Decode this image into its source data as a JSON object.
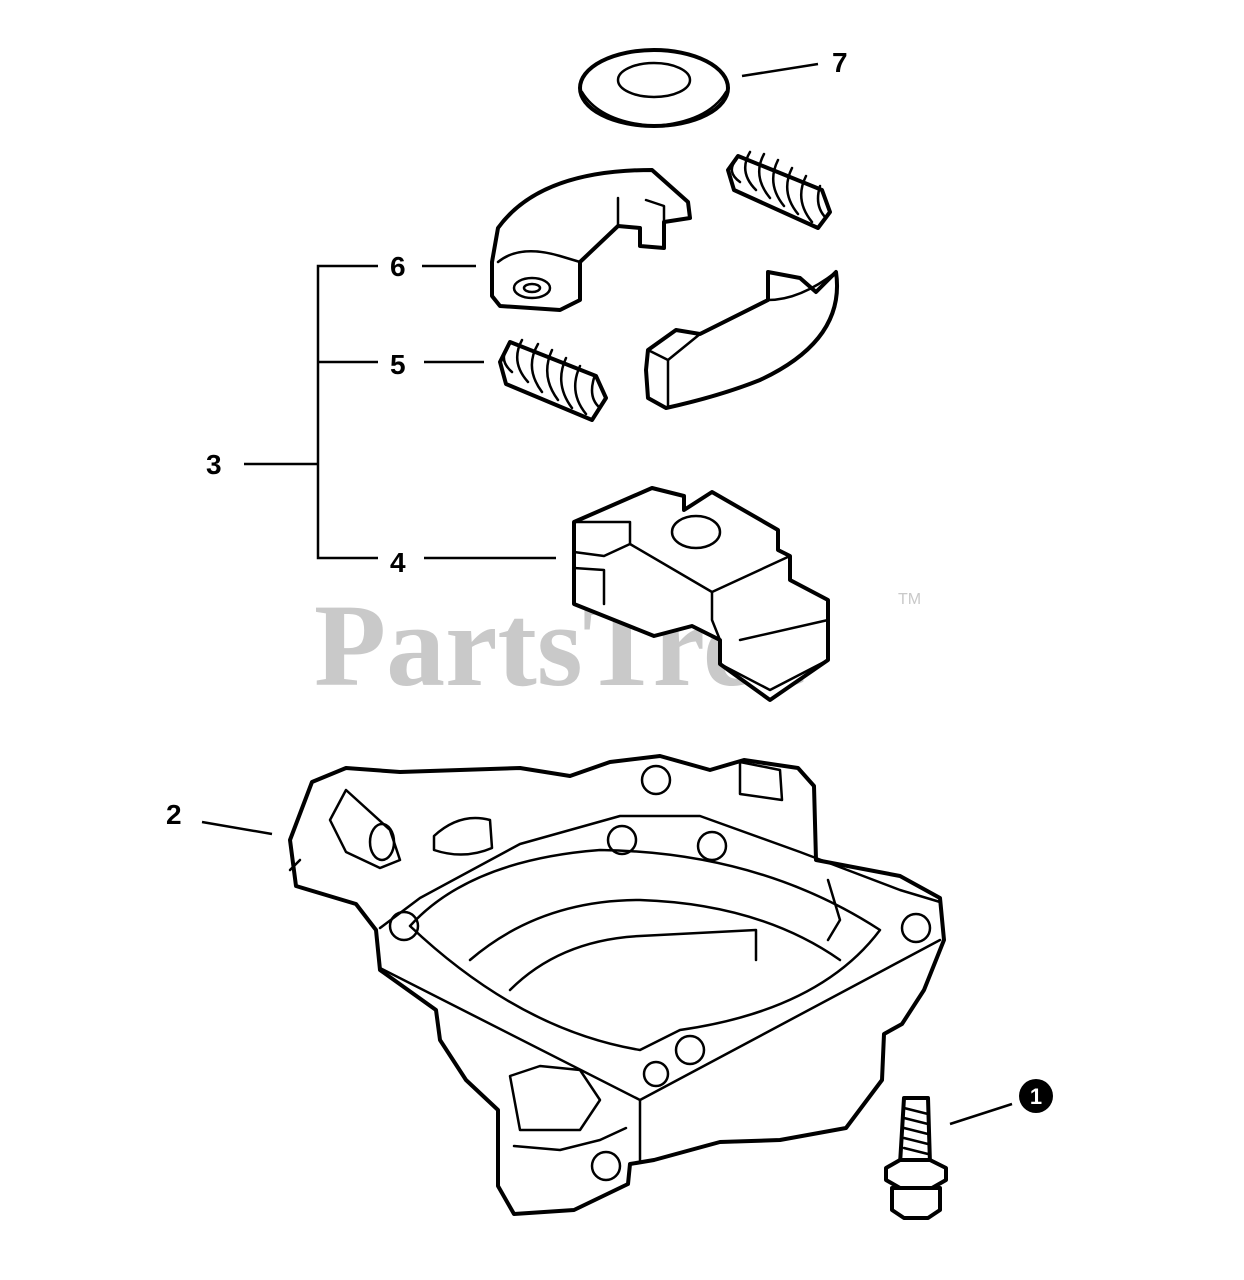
{
  "watermark": {
    "text": "PartsTree",
    "trademark": "TM"
  },
  "callouts": {
    "c1": "1",
    "c2": "2",
    "c3": "3",
    "c4": "4",
    "c5": "5",
    "c6": "6",
    "c7": "7"
  }
}
